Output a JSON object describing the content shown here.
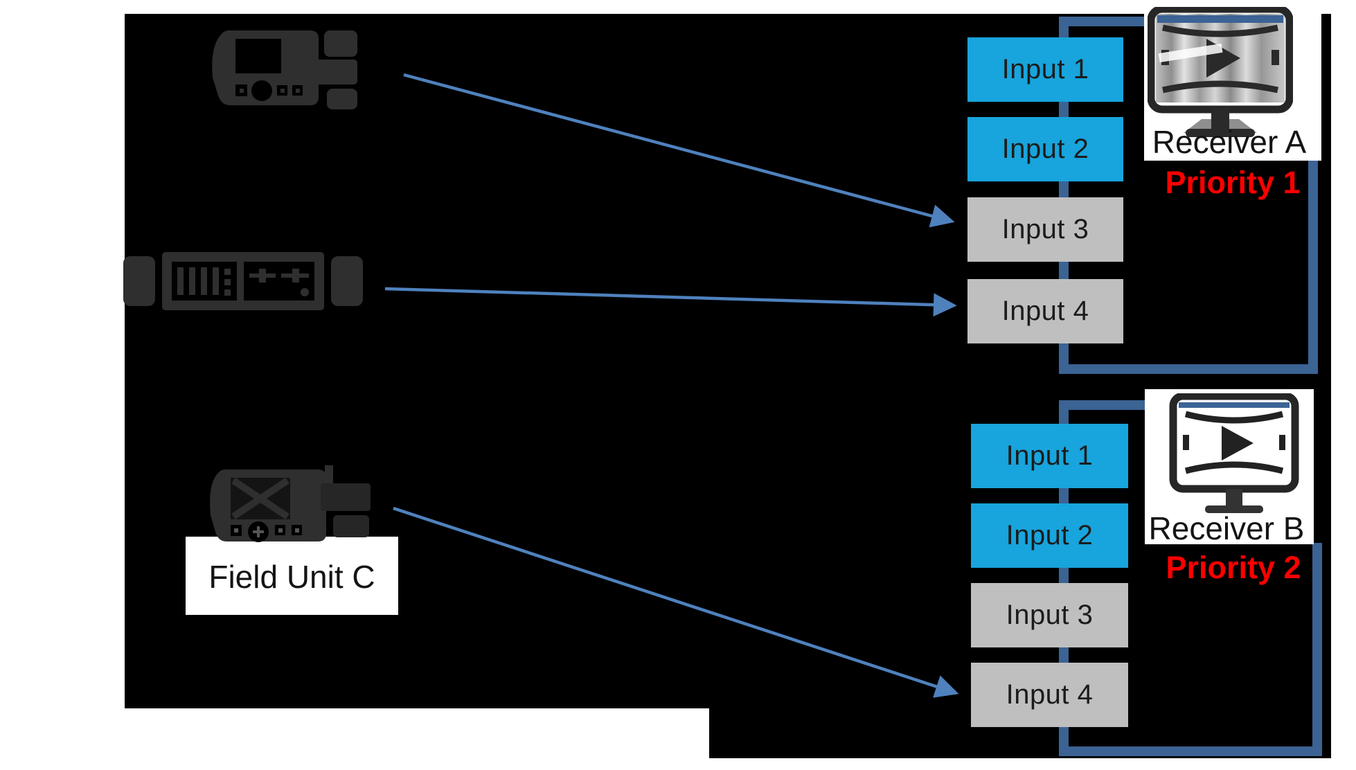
{
  "receivers": [
    {
      "name": "Receiver A",
      "priority": "Priority 1",
      "inputs": [
        {
          "label": "Input 1",
          "active": true
        },
        {
          "label": "Input 2",
          "active": true
        },
        {
          "label": "Input 3",
          "active": false
        },
        {
          "label": "Input 4",
          "active": false
        }
      ]
    },
    {
      "name": "Receiver B",
      "priority": "Priority 2",
      "inputs": [
        {
          "label": "Input 1",
          "active": true
        },
        {
          "label": "Input 2",
          "active": true
        },
        {
          "label": "Input 3",
          "active": false
        },
        {
          "label": "Input 4",
          "active": false
        }
      ]
    }
  ],
  "field_unit": {
    "label": "Field Unit C"
  },
  "devices": [
    {
      "name": "camera-mounted-transmitter"
    },
    {
      "name": "rack-receiver"
    },
    {
      "name": "field-unit"
    }
  ],
  "connections": [
    {
      "from": "camera-mounted-transmitter",
      "to": "receiver-a-input-3"
    },
    {
      "from": "rack-receiver",
      "to": "receiver-a-input-4"
    },
    {
      "from": "field-unit",
      "to": "receiver-b-input-4"
    }
  ],
  "colors": {
    "canvas": "#000000",
    "input_active": "#18A4DC",
    "input_inactive": "#BFBFBF",
    "loop_line": "#3B6394",
    "arrow": "#4F81BD",
    "priority_text": "#FF0000",
    "icon_dark": "#2F2F2F"
  }
}
